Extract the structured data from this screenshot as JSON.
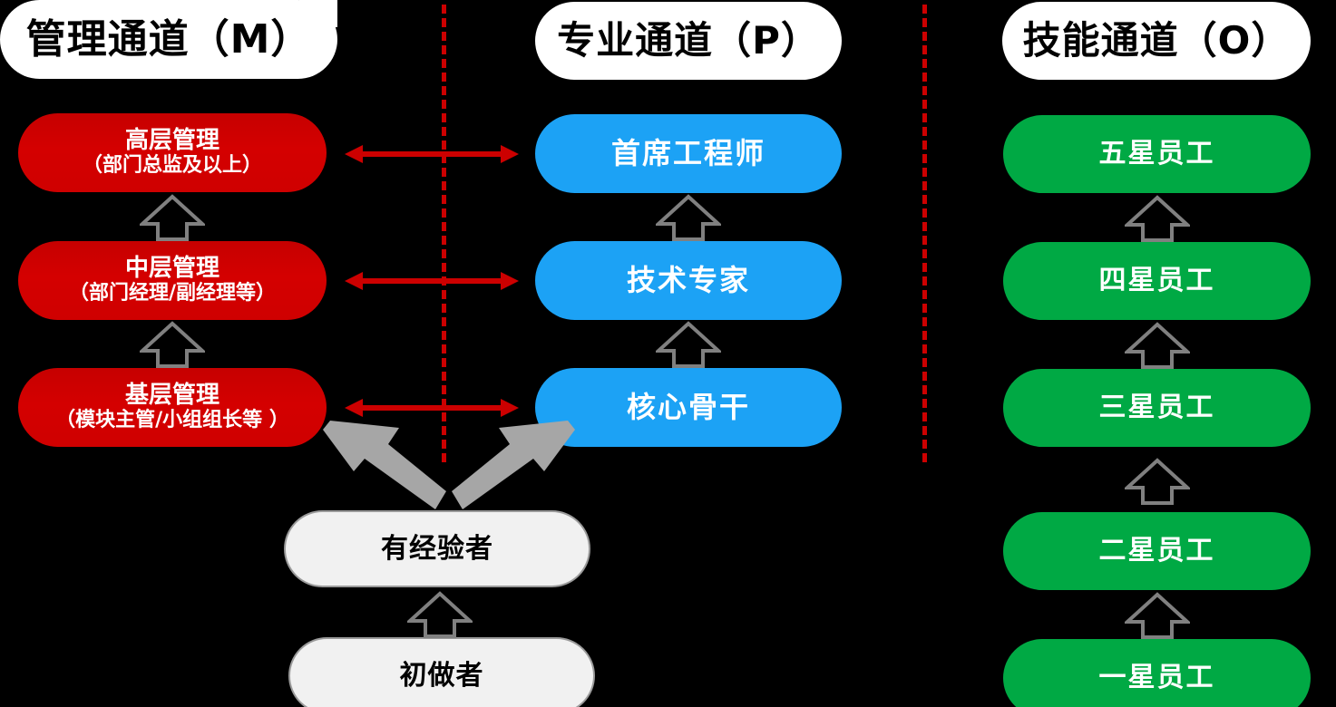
{
  "diagram": {
    "title_hidden": "",
    "background_color": "#000000",
    "columns": [
      {
        "key": "management",
        "header": "管理通道（M）",
        "accent_color": "#CC0000",
        "levels": [
          {
            "title": "高层管理",
            "sub": "（部门总监及以上）"
          },
          {
            "title": "中层管理",
            "sub": "（部门经理/副经理等）"
          },
          {
            "title": "基层管理",
            "sub": "（模块主管/小组组长等 ）"
          }
        ]
      },
      {
        "key": "professional",
        "header": "专业通道（P）",
        "accent_color": "#1CA2F5",
        "levels": [
          {
            "title": "首席工程师",
            "sub": ""
          },
          {
            "title": "技术专家",
            "sub": ""
          },
          {
            "title": "核心骨干",
            "sub": ""
          }
        ]
      },
      {
        "key": "skill",
        "header": "技能通道（O）",
        "accent_color": "#00A944",
        "levels": [
          {
            "title": "五星员工",
            "sub": ""
          },
          {
            "title": "四星员工",
            "sub": ""
          },
          {
            "title": "三星员工",
            "sub": ""
          },
          {
            "title": "二星员工",
            "sub": ""
          },
          {
            "title": "一星员工",
            "sub": ""
          }
        ]
      }
    ],
    "entry": {
      "experienced": "有经验者",
      "beginner": "初做者"
    },
    "connectors": {
      "promotion_arrow_color": "#808080",
      "crossover_arrow_color": "#CC0000",
      "divider_color": "#CC0000",
      "branch_arrow_color": "#A6A6A6",
      "crossover_count": 3,
      "divider_count": 2
    }
  }
}
